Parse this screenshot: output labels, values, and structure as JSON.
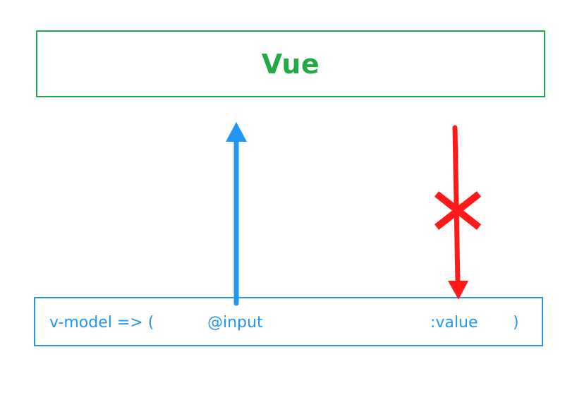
{
  "vue_box": {
    "title": "Vue"
  },
  "model_box": {
    "vmodel_label": "v-model => (",
    "input_label": "@input",
    "value_label": ":value",
    "close_paren": ")"
  },
  "colors": {
    "vue_green": "#22aa44",
    "blue": "#2196f3",
    "red": "#ff1a1a"
  },
  "icons": {
    "up_arrow": "arrow-up-icon",
    "down_arrow": "arrow-down-icon",
    "blocked_mark": "cross-mark-icon"
  }
}
